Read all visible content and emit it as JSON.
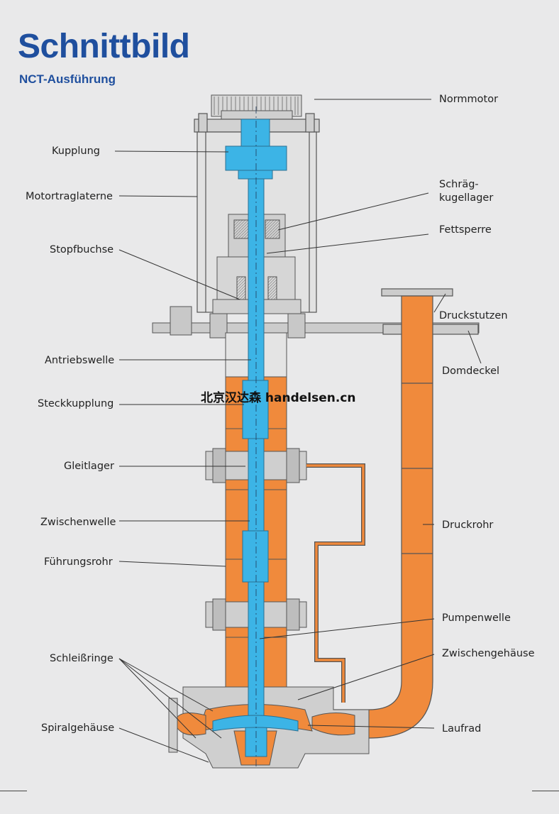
{
  "title": "Schnittbild",
  "subtitle": "NCT-Ausführung",
  "watermark": "北京汉达森 handelsen.cn",
  "labels_left": {
    "kupplung": "Kupplung",
    "motortraglaterne": "Motortraglaterne",
    "stopfbuchse": "Stopfbuchse",
    "antriebswelle": "Antriebswelle",
    "steckkupplung": "Steckkupplung",
    "gleitlager": "Gleitlager",
    "zwischenwelle": "Zwischenwelle",
    "fuehrungsrohr": "Führungsrohr",
    "schleissringe": "Schleißringe",
    "spiralgehaeuse": "Spiralgehäuse"
  },
  "labels_right": {
    "normmotor": "Normmotor",
    "schraeg_line1": "Schräg-",
    "schraeg_line2": "kugellager",
    "fettsperre": "Fettsperre",
    "druckstutzen": "Druckstutzen",
    "domdeckel": "Domdeckel",
    "druckrohr": "Druckrohr",
    "pumpenwelle": "Pumpenwelle",
    "zwischengehaeuse": "Zwischengehäuse",
    "laufrad": "Laufrad"
  },
  "colors": {
    "title": "#1f4f9e",
    "shaft": "#3cb4e6",
    "fluid": "#f08a3c",
    "metal": "#c9c9c9",
    "background": "#e9e9ea"
  }
}
